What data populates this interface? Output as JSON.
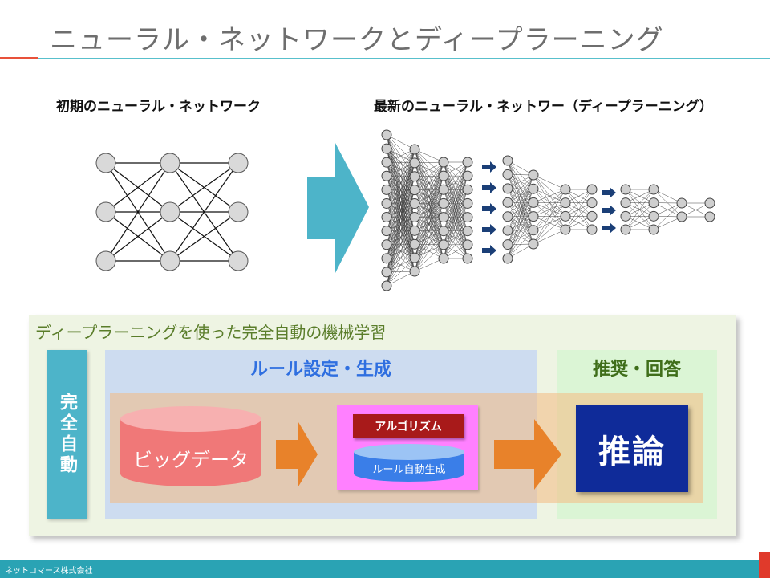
{
  "title": "ニューラル・ネットワークとディープラーニング",
  "left_label": "初期のニューラル・ネットワーク",
  "right_label": "最新のニューラル・ネットワー（ディープラーニング）",
  "panel": {
    "title": "ディープラーニングを使った完全自動の機械学習",
    "auto_label": "完全自動",
    "rule_section_title": "ルール設定・生成",
    "recommend_section_title": "推奨・回答",
    "big_data_label": "ビッグデータ",
    "algorithm_label": "アルゴリズム",
    "rule_generation_label": "ルール自動生成",
    "inference_label": "推論"
  },
  "footer": {
    "company": "ネットコマース株式会社"
  },
  "colors": {
    "accent_teal": "#4db4c9",
    "footer_teal": "#2aa3b4",
    "rule_blue": "#2f6fe0",
    "big_data_red": "#f07878",
    "algorithm_red": "#a81a1a",
    "inference_navy": "#0f2b99",
    "arrow_orange": "#e8822a",
    "magenta": "#ff80ff"
  }
}
